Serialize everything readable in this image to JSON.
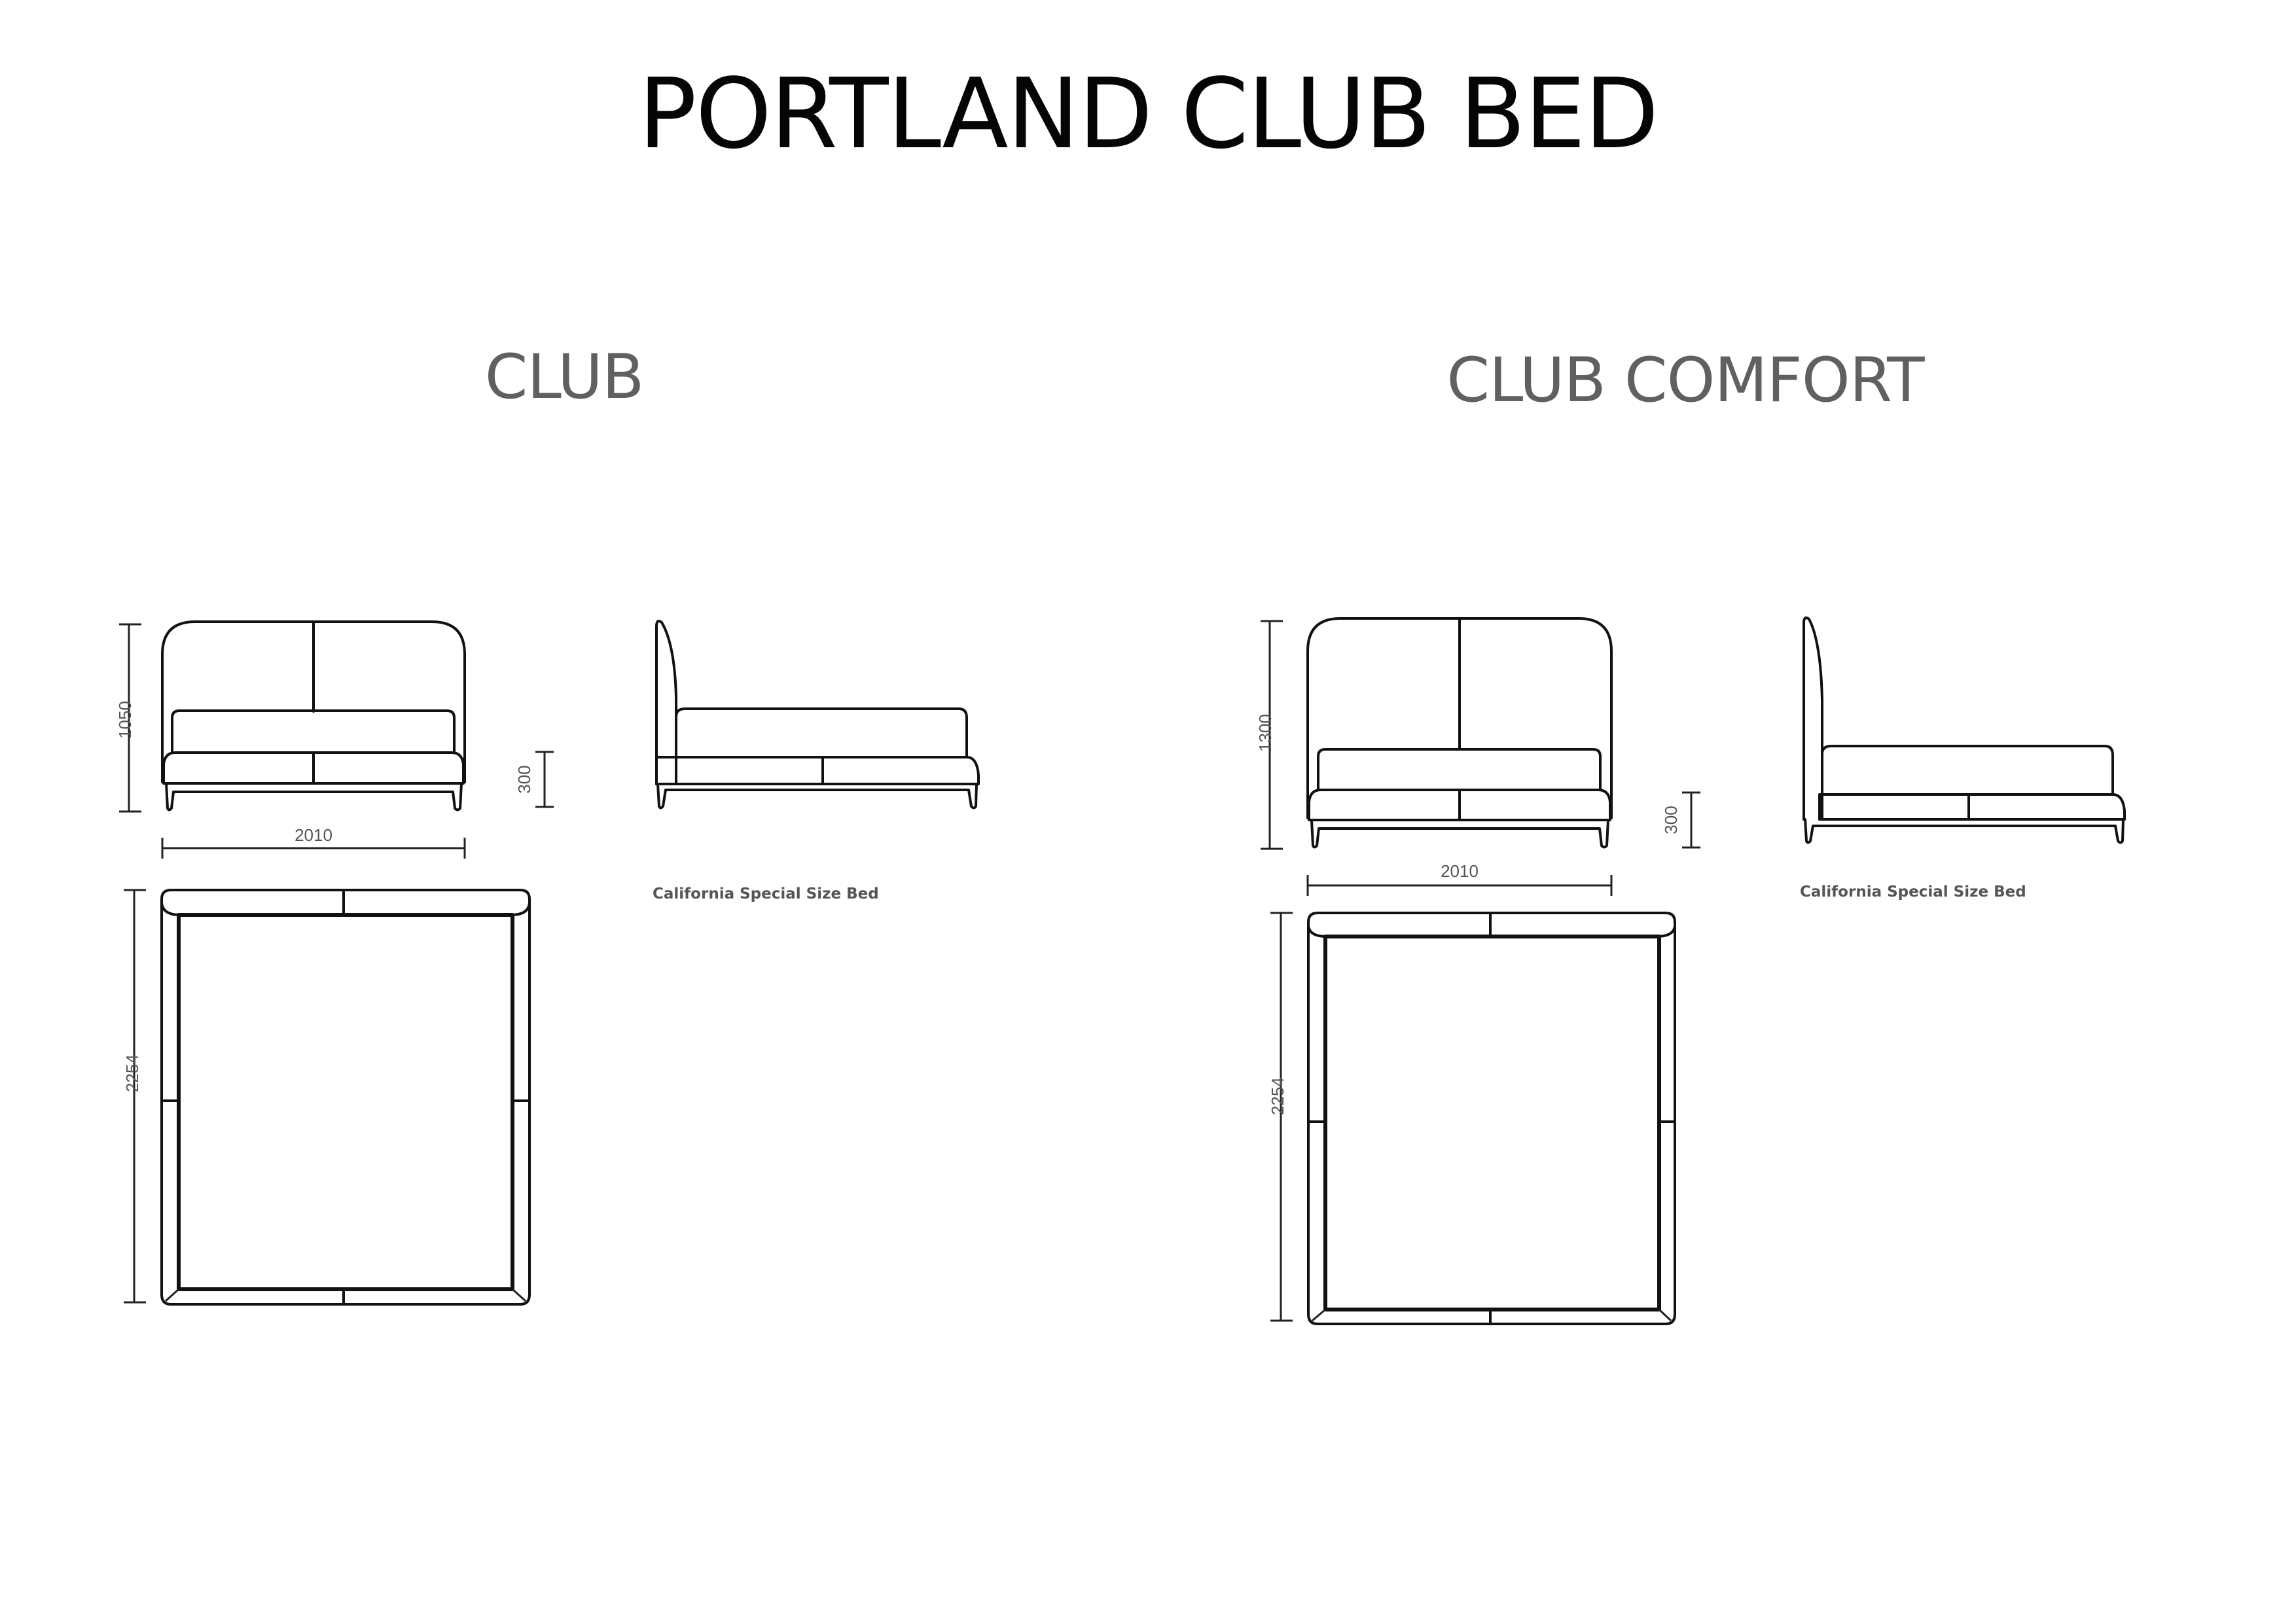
{
  "title": "PORTLAND CLUB BED",
  "models": [
    {
      "name": "CLUB",
      "front_view": {
        "height_label": "1050",
        "leg_height_label": "300",
        "width_label": "2010"
      },
      "side_view": {
        "caption": "California Special Size Bed"
      },
      "plan_view": {
        "length_label": "2254"
      }
    },
    {
      "name": "CLUB COMFORT",
      "front_view": {
        "height_label": "1300",
        "leg_height_label": "300",
        "width_label": "2010"
      },
      "side_view": {
        "caption": "California Special Size Bed"
      },
      "plan_view": {
        "length_label": "2254"
      }
    }
  ],
  "colors": {
    "title": "#050505",
    "subtitle": "#606060",
    "dimension_text": "#555555",
    "line": "#111111"
  }
}
